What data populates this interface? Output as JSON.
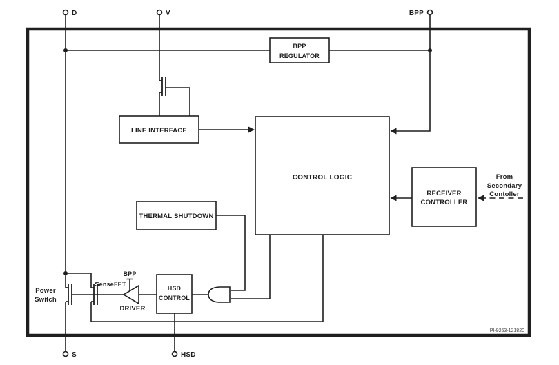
{
  "pins": {
    "d": "D",
    "v": "V",
    "bpp": "BPP",
    "s": "S",
    "hsd": "HSD"
  },
  "blocks": {
    "bpp_regulator": {
      "l1": "BPP",
      "l2": "REGULATOR"
    },
    "line_interface": {
      "label": "LINE INTERFACE"
    },
    "control_logic": {
      "label": "CONTROL LOGIC"
    },
    "thermal_shutdown": {
      "label": "THERMAL SHUTDOWN"
    },
    "receiver_controller": {
      "l1": "RECEIVER",
      "l2": "CONTROLLER"
    },
    "hsd_control": {
      "l1": "HSD",
      "l2": "CONTROL"
    }
  },
  "annotations": {
    "power_switch": {
      "l1": "Power",
      "l2": "Switch"
    },
    "sensefet": "SenseFET",
    "driver": "DRIVER",
    "driver_supply": "BPP",
    "from_secondary": {
      "l1": "From",
      "l2": "Secondary",
      "l3": "Contoller"
    }
  },
  "footer": {
    "part_code": "PI-9263-121820"
  },
  "colors": {
    "line": "#1f1f1f",
    "text": "#1f1f1f",
    "background": "#ffffff",
    "part_code_text": "#4a4a4a"
  }
}
